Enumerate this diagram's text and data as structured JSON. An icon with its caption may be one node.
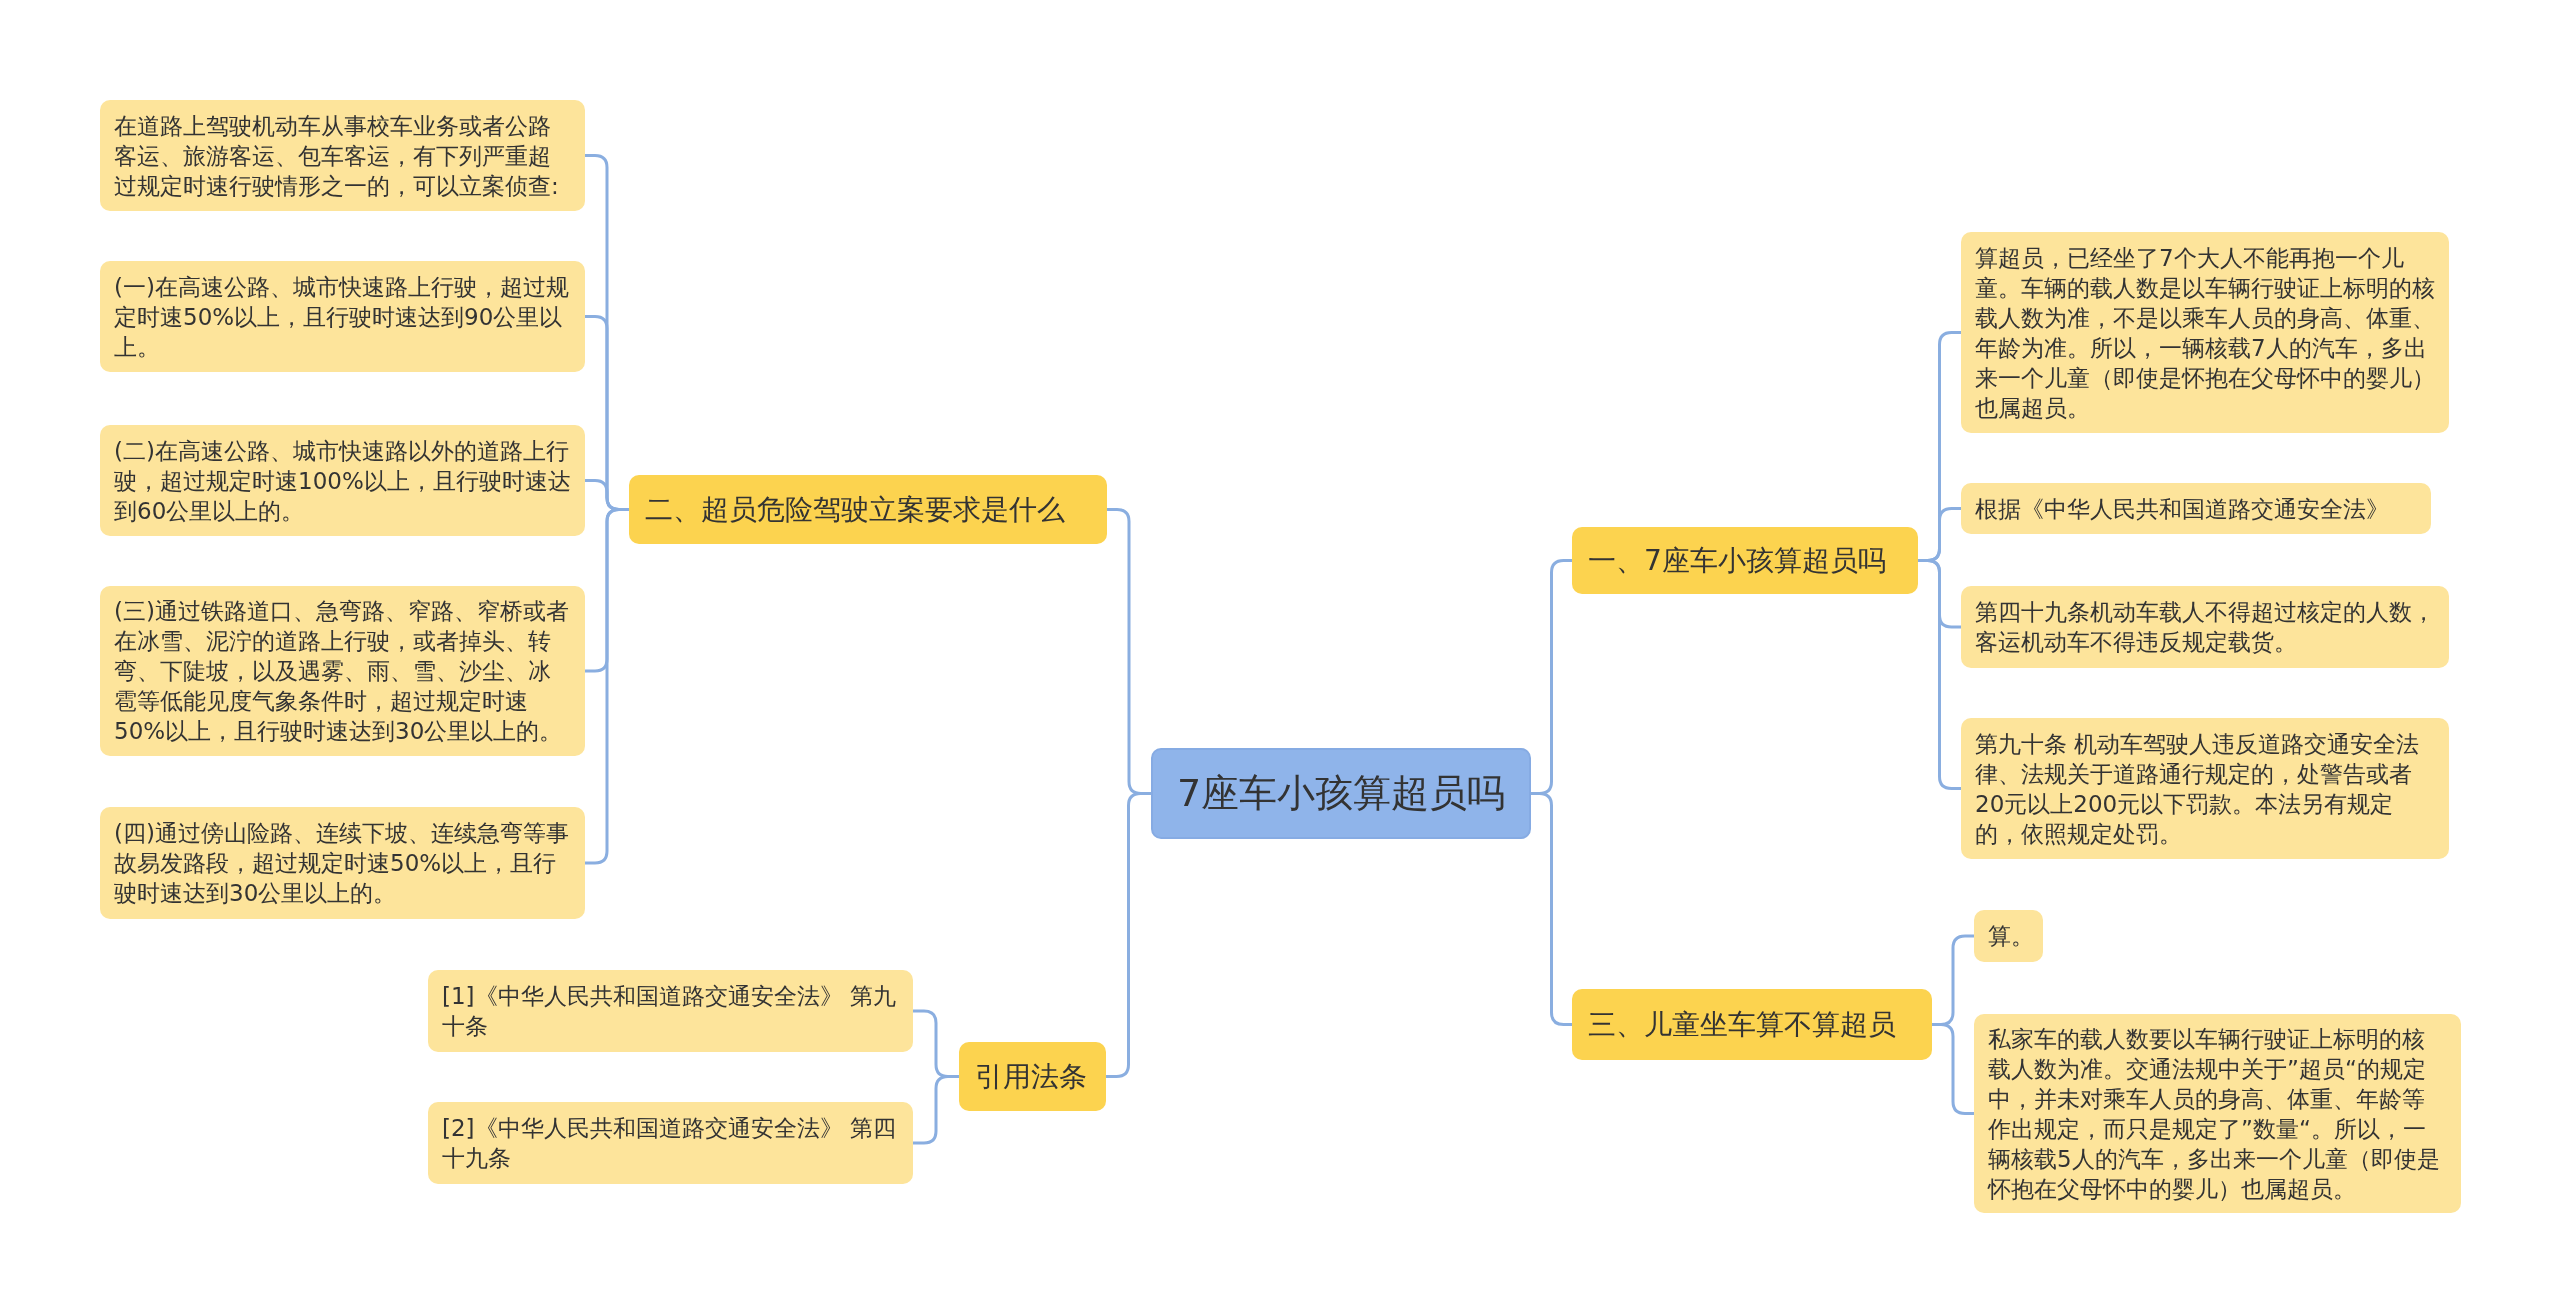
{
  "diagram": {
    "nodes": [
      {
        "text": [
          "7座车小孩算超员吗"
        ]
      },
      {
        "text": [
          "一、7座车小孩算超员吗"
        ]
      },
      {
        "text": [
          "算超员，已经坐了7个大人不能再抱一个儿童。车辆的载人数是以车辆行驶证上标明的核载人数为准，不是以乘车人员的身高、体重、年龄为准。所以，一辆核载7人的汽车，多出来一个儿童（即使是怀抱在父母怀中的婴儿）也属超员。"
        ]
      },
      {
        "text": [
          "根据《中华人民共和国道路交通安全法》"
        ]
      },
      {
        "text": [
          "第四十九条机动车载人不得超过核定的人数，客运机动车不得违反规定载货。"
        ]
      },
      {
        "text": [
          "第九十条 机动车驾驶人违反道路交通安全法律、法规关于道路通行规定的，处警告或者20元以上200元以下罚款。本法另有规定的，依照规定处罚。"
        ]
      },
      {
        "text": [
          "二、超员危险驾驶立案要求是什么"
        ]
      },
      {
        "text": [
          "在道路上驾驶机动车从事校车业务或者公路客运、旅游客运、包车客运，有下列严重超过规定时速行驶情形之一的，可以立案侦查:"
        ]
      },
      {
        "text": [
          "(一)在高速公路、城市快速路上行驶，超过规定时速50%以上，且行驶时速达到90公里以上。"
        ]
      },
      {
        "text": [
          "(二)在高速公路、城市快速路以外的道路上行驶，超过规定时速100%以上，且行驶时速达到60公里以上的。"
        ]
      },
      {
        "text": [
          "(三)通过铁路道口、急弯路、窄路、窄桥或者在冰雪、泥泞的道路上行驶，或者掉头、转弯、下陡坡，以及遇雾、雨、雪、沙尘、冰雹等低能见度气象条件时，超过规定时速50%以上，且行驶时速达到30公里以上的。"
        ]
      },
      {
        "text": [
          "(四)通过傍山险路、连续下坡、连续急弯等事故易发路段，超过规定时速50%以上，且行驶时速达到30公里以上的。"
        ]
      },
      {
        "text": [
          "三、儿童坐车算不算超员"
        ]
      },
      {
        "text": [
          "算。"
        ]
      },
      {
        "text": [
          "私家车的载人数要以车辆行驶证上标明的核载人数为准。交通法规中关于”超员“的规定中，并未对乘车人员的身高、体重、年龄等作出规定，而只是规定了”数量“。所以，一辆核载5人的汽车，多出来一个儿童（即使是怀抱在父母怀中的婴儿）也属超员。"
        ]
      },
      {
        "text": [
          "引用法条"
        ]
      },
      {
        "text": [
          "[1]《中华人民共和国道路交通安全法》 第九十条"
        ]
      },
      {
        "text": [
          "[2]《中华人民共和国道路交通安全法》 第四十九条"
        ]
      }
    ],
    "edges": [
      {
        "from": 0,
        "to": 1,
        "arrow": "none"
      },
      {
        "from": 1,
        "to": 2,
        "arrow": "none"
      },
      {
        "from": 1,
        "to": 3,
        "arrow": "none"
      },
      {
        "from": 1,
        "to": 4,
        "arrow": "none"
      },
      {
        "from": 1,
        "to": 5,
        "arrow": "none"
      },
      {
        "from": 0,
        "to": 6,
        "arrow": "none"
      },
      {
        "from": 6,
        "to": 7,
        "arrow": "none"
      },
      {
        "from": 6,
        "to": 8,
        "arrow": "none"
      },
      {
        "from": 6,
        "to": 9,
        "arrow": "none"
      },
      {
        "from": 6,
        "to": 10,
        "arrow": "none"
      },
      {
        "from": 6,
        "to": 11,
        "arrow": "none"
      },
      {
        "from": 0,
        "to": 12,
        "arrow": "none"
      },
      {
        "from": 12,
        "to": 13,
        "arrow": "none"
      },
      {
        "from": 12,
        "to": 14,
        "arrow": "none"
      },
      {
        "from": 0,
        "to": 15,
        "arrow": "none"
      },
      {
        "from": 15,
        "to": 16,
        "arrow": "none"
      },
      {
        "from": 15,
        "to": 17,
        "arrow": "none"
      }
    ]
  }
}
